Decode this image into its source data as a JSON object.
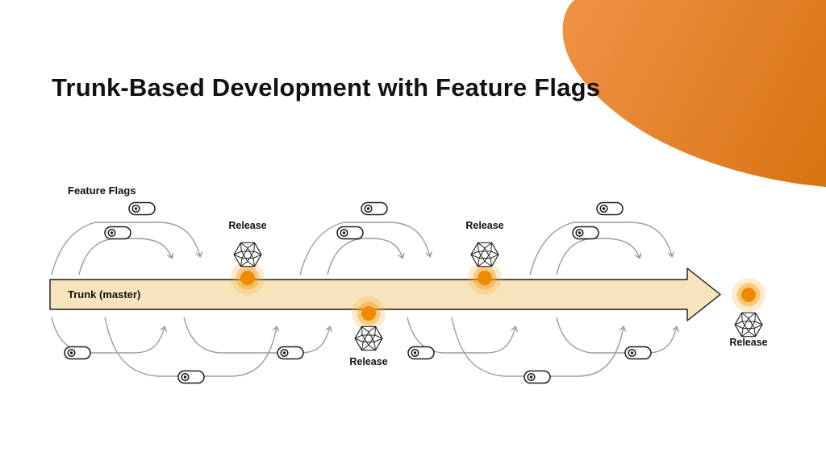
{
  "title": "Trunk-Based Development with Feature Flags",
  "diagram": {
    "feature_flags_label": "Feature Flags",
    "trunk_label": "Trunk (master)",
    "release_labels": [
      "Release",
      "Release",
      "Release",
      "Release"
    ],
    "icons": {
      "toggle": "feature-flag-toggle-icon",
      "release_sphere": "geodesic-sphere-icon",
      "release_glow": "release-glow-icon"
    },
    "colors": {
      "blob_start": "#ef9043",
      "blob_end": "#d97413",
      "trunk_fill": "#f8e4bc",
      "trunk_stroke": "#1a1a1a",
      "branch_stroke": "#9b9b9b",
      "glow_core": "#ee8b05",
      "glow_mid": "#f5a01c",
      "glow_outer": "#f5a623",
      "text": "#111111"
    }
  }
}
